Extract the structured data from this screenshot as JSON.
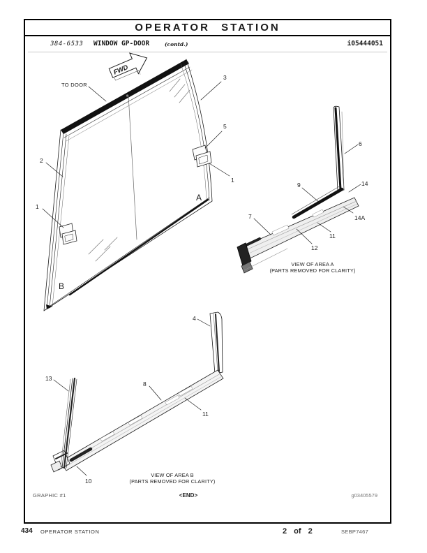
{
  "header": {
    "title": "OPERATOR STATION"
  },
  "doc_line": {
    "part_number": "384-6533",
    "title": "WINDOW GP-DOOR",
    "contd": "(contd.)",
    "doc_id": "i05444051"
  },
  "figure": {
    "main_view": {
      "to_door": "TO DOOR",
      "fwd": "FWD",
      "area_a_letter": "A",
      "area_b_letter": "B",
      "callouts": {
        "right_frame": "3",
        "latch_pin": "5",
        "latch_right": "1",
        "left_frame": "2",
        "latch_left": "1"
      }
    },
    "view_a": {
      "caption1": "VIEW OF AREA A",
      "caption2": "(PARTS REMOVED FOR CLARITY)",
      "callouts": {
        "c6": "6",
        "c9": "9",
        "c14": "14",
        "c14a": "14A",
        "c7": "7",
        "c11": "11",
        "c12": "12"
      }
    },
    "view_b": {
      "caption1": "VIEW OF AREA B",
      "caption2": "(PARTS REMOVED FOR CLARITY)",
      "callouts": {
        "c4": "4",
        "c13": "13",
        "c8": "8",
        "c11": "11",
        "c10": "10"
      }
    },
    "graphic_row": {
      "graphic_label": "GRAPHIC #1",
      "end_tag": "<END>",
      "graphic_id": "g03405579"
    }
  },
  "page_footer": {
    "page_number": "434",
    "section": "OPERATOR STATION",
    "pagination": "2 of 2",
    "manual_code": "SEBP7467"
  }
}
